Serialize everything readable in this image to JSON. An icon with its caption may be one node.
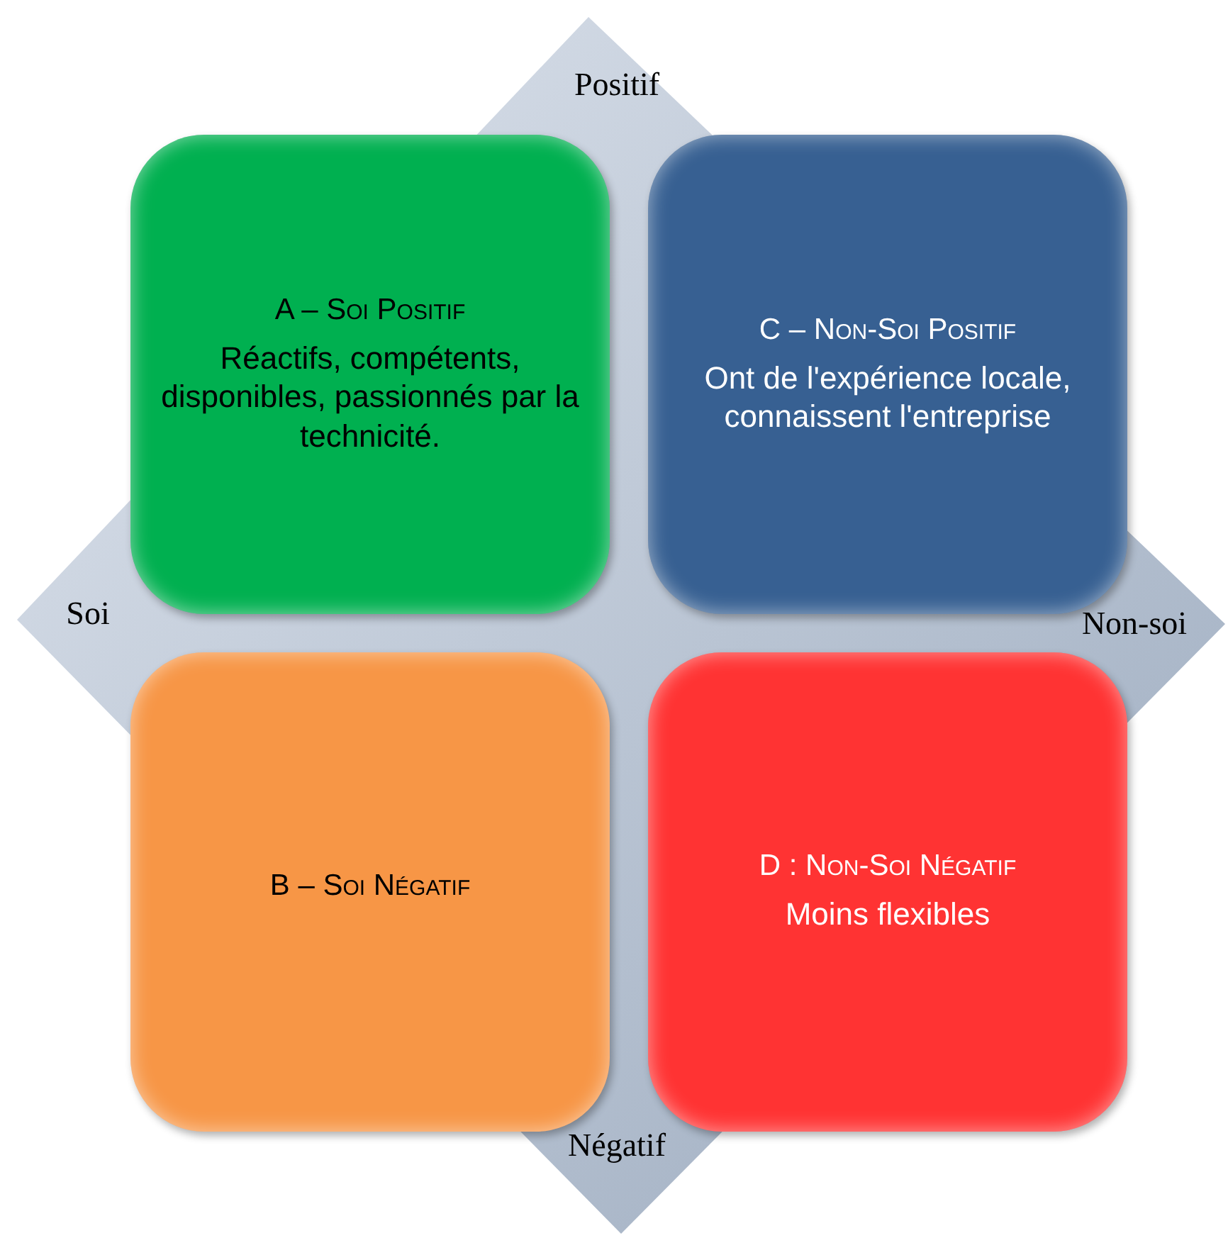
{
  "diagram": {
    "nodes": [
      {
        "text": [
          "A – Soi Positif",
          "Réactifs, compétents, disponibles, passionnés par la technicité."
        ]
      },
      {
        "text": [
          "C – Non-Soi Positif",
          "Ont de l'expérience locale, connaissent l'entreprise"
        ]
      },
      {
        "text": [
          "B – Soi Négatif"
        ]
      },
      {
        "text": [
          "D : Non-Soi Négatif",
          "Moins flexibles"
        ]
      }
    ],
    "labels": [
      "Positif",
      "Soi",
      "Non-soi",
      "Négatif"
    ]
  }
}
